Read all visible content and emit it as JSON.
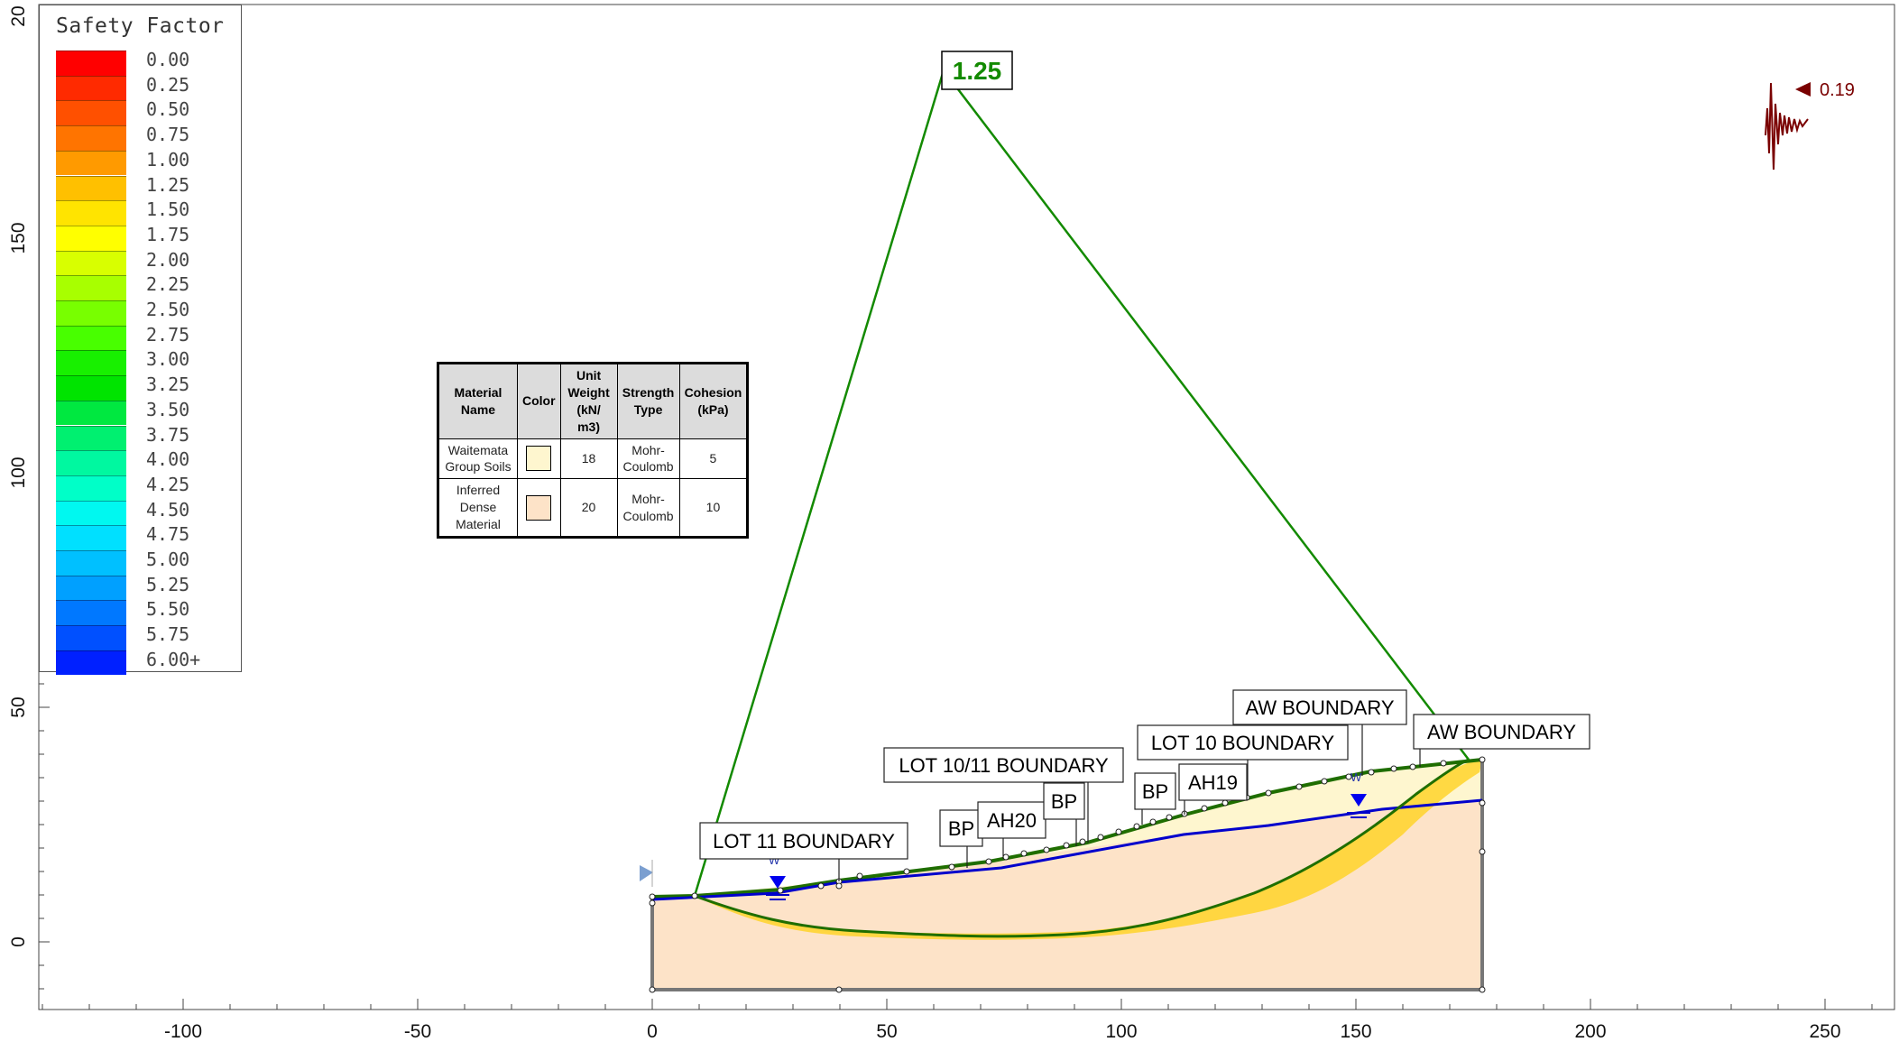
{
  "legend": {
    "title": "Safety Factor",
    "items": [
      {
        "label": "0.00",
        "color": "#ff0000"
      },
      {
        "label": "0.25",
        "color": "#ff2a00"
      },
      {
        "label": "0.50",
        "color": "#ff5000"
      },
      {
        "label": "0.75",
        "color": "#ff7400"
      },
      {
        "label": "1.00",
        "color": "#ff9a00"
      },
      {
        "label": "1.25",
        "color": "#ffc000"
      },
      {
        "label": "1.50",
        "color": "#ffe400"
      },
      {
        "label": "1.75",
        "color": "#ffff00"
      },
      {
        "label": "2.00",
        "color": "#d8ff00"
      },
      {
        "label": "2.25",
        "color": "#a8ff00"
      },
      {
        "label": "2.50",
        "color": "#78ff00"
      },
      {
        "label": "2.75",
        "color": "#48ff00"
      },
      {
        "label": "3.00",
        "color": "#18f000"
      },
      {
        "label": "3.25",
        "color": "#00e400"
      },
      {
        "label": "3.50",
        "color": "#00e840"
      },
      {
        "label": "3.75",
        "color": "#00f070"
      },
      {
        "label": "4.00",
        "color": "#00f8a0"
      },
      {
        "label": "4.25",
        "color": "#00ffc8"
      },
      {
        "label": "4.50",
        "color": "#00f8f0"
      },
      {
        "label": "4.75",
        "color": "#00e0ff"
      },
      {
        "label": "5.00",
        "color": "#00c0ff"
      },
      {
        "label": "5.25",
        "color": "#00a0ff"
      },
      {
        "label": "5.50",
        "color": "#0078ff"
      },
      {
        "label": "5.75",
        "color": "#0050ff"
      },
      {
        "label": "6.00+",
        "color": "#0020ff"
      }
    ]
  },
  "materials_table": {
    "headers": [
      "Material Name",
      "Color",
      "Unit Weight (kN/ m3)",
      "Strength Type",
      "Cohesion (kPa)"
    ],
    "rows": [
      {
        "name": "Waitemata Group Soils",
        "color": "#fef6cf",
        "unit_weight": "18",
        "strength_type": "Mohr-Coulomb",
        "cohesion": "5"
      },
      {
        "name": "Inferred Dense Material",
        "color": "#fde3c8",
        "unit_weight": "20",
        "strength_type": "Mohr-Coulomb",
        "cohesion": "10"
      }
    ]
  },
  "safety_factor_label": "1.25",
  "seismic_load": "0.19",
  "water_marker": "W",
  "boundary_labels": [
    {
      "text": "LOT 11 BOUNDARY",
      "x": 40
    },
    {
      "text": "BP",
      "x": 67
    },
    {
      "text": "AH20",
      "x": 74
    },
    {
      "text": "LOT 10/11 BOUNDARY",
      "x": 93
    },
    {
      "text": "BP",
      "x": 90
    },
    {
      "text": "BP",
      "x": 105
    },
    {
      "text": "AH19",
      "x": 114
    },
    {
      "text": "LOT 10 BOUNDARY",
      "x": 126
    },
    {
      "text": "AW BOUNDARY",
      "x": 151
    },
    {
      "text": "AW BOUNDARY",
      "x": 164
    }
  ],
  "axes": {
    "x_ticks": [
      "-100",
      "-50",
      "0",
      "50",
      "100",
      "150",
      "200",
      "250"
    ],
    "y_ticks": [
      "0",
      "50",
      "100",
      "150",
      "20"
    ]
  },
  "colors": {
    "slip_surface": "#1f6e00",
    "water_table": "#0000cc",
    "seismic": "#7a0000",
    "sf_label": "#138a00",
    "upper_soil": "#fef6cf",
    "lower_soil": "#fde3c8"
  }
}
